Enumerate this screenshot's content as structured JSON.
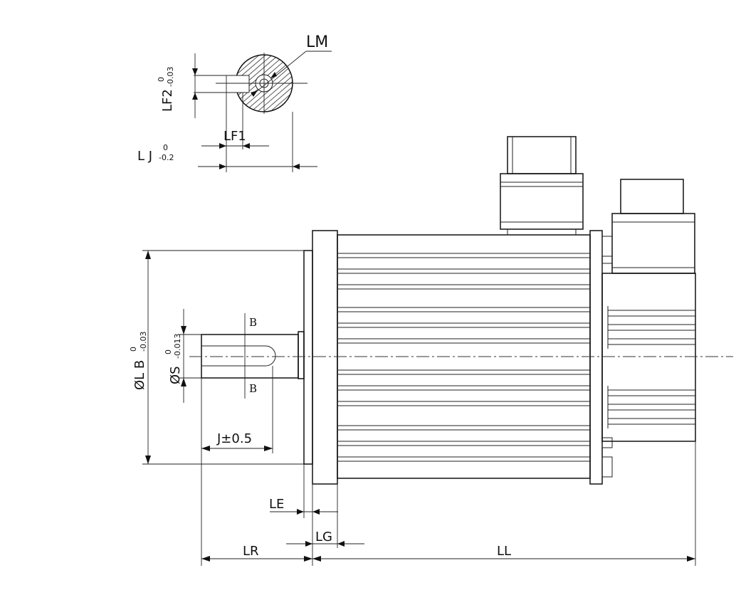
{
  "labels": {
    "lm": "LM",
    "lf2": "LF2",
    "lf2_tol_upper": "0",
    "lf2_tol_lower": "-0.03",
    "lf1": "LF1",
    "lj": "L J",
    "lj_tol_upper": "0",
    "lj_tol_lower": "-0.2",
    "section_b_top": "B",
    "section_b_bottom": "B",
    "lb": "ØL B",
    "lb_tol_upper": "0",
    "lb_tol_lower": "-0.03",
    "s": "ØS",
    "s_tol_upper": "0",
    "s_tol_lower": "-0.013",
    "j": "J±0.5",
    "le": "LE",
    "lg": "LG",
    "lr": "LR",
    "ll": "LL"
  }
}
